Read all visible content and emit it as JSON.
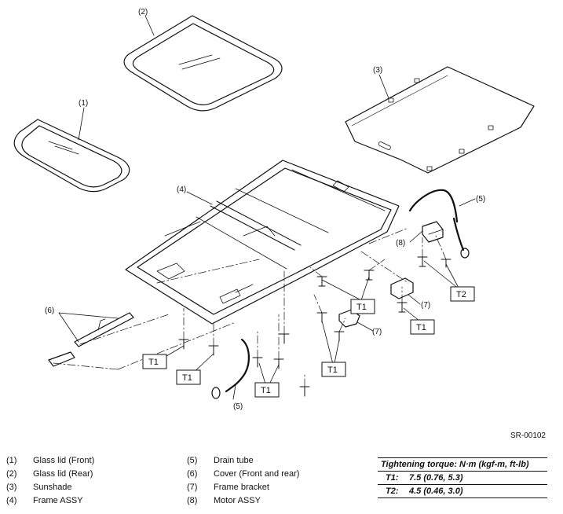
{
  "diagram": {
    "code": "SR-00102",
    "callouts": {
      "c1": "(1)",
      "c2": "(2)",
      "c3": "(3)",
      "c4": "(4)",
      "c5a": "(5)",
      "c5b": "(5)",
      "c6": "(6)",
      "c7a": "(7)",
      "c7b": "(7)",
      "c8": "(8)"
    },
    "torque_tags": {
      "t1_a": "T1",
      "t1_b": "T1",
      "t1_c": "T1",
      "t1_d": "T1",
      "t1_e": "T1",
      "t1_f": "T1",
      "t2_a": "T2"
    }
  },
  "legend": {
    "left": [
      {
        "num": "(1)",
        "name": "Glass lid (Front)"
      },
      {
        "num": "(2)",
        "name": "Glass lid (Rear)"
      },
      {
        "num": "(3)",
        "name": "Sunshade"
      },
      {
        "num": "(4)",
        "name": "Frame ASSY"
      }
    ],
    "right": [
      {
        "num": "(5)",
        "name": "Drain tube"
      },
      {
        "num": "(6)",
        "name": "Cover (Front and rear)"
      },
      {
        "num": "(7)",
        "name": "Frame bracket"
      },
      {
        "num": "(8)",
        "name": "Motor ASSY"
      }
    ]
  },
  "torque_table": {
    "title": "Tightening torque: N·m (kgf-m, ft-lb)",
    "rows": [
      {
        "key": "T1:",
        "value": "7.5 (0.76, 5.3)"
      },
      {
        "key": "T2:",
        "value": "4.5 (0.46, 3.0)"
      }
    ]
  }
}
